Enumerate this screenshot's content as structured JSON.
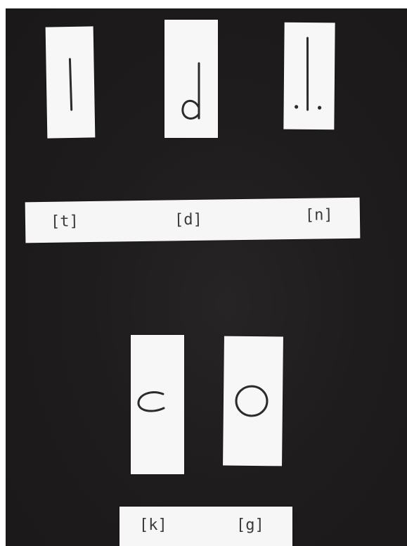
{
  "cards": [
    {
      "symbol": "vertical-line"
    },
    {
      "symbol": "letter-d"
    },
    {
      "symbol": "line-with-dots"
    },
    {
      "symbol": "open-circle"
    },
    {
      "symbol": "circle"
    }
  ],
  "strip_top": {
    "labels": [
      "[t]",
      "[d]",
      "[n]"
    ]
  },
  "strip_bottom": {
    "labels": [
      "[k]",
      "[g]"
    ]
  }
}
